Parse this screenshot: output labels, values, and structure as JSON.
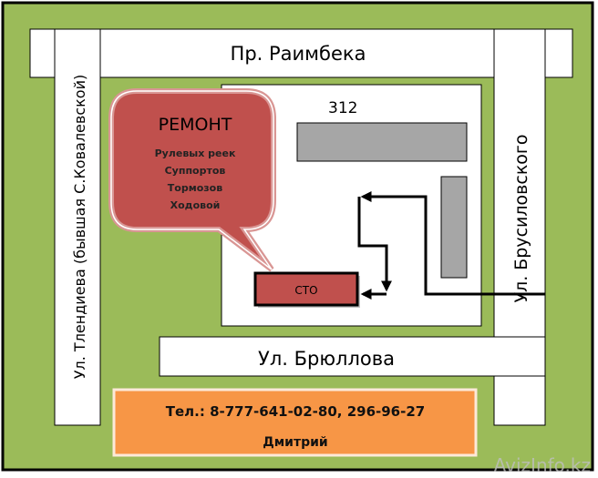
{
  "colors": {
    "background": "#9bbb59",
    "road": "#ffffff",
    "building": "#a6a6a6",
    "callout": "#c0504d",
    "contact_box": "#f79646"
  },
  "streets": {
    "top": "Пр. Раимбека",
    "left": "Ул. Тлендиева (бывшая С.Ковалевской)",
    "right": "Ул. Брусиловского",
    "bottom": "Ул. Брюллова"
  },
  "block_number": "312",
  "callout": {
    "title": "РЕМОНТ",
    "items": [
      "Рулевых реек",
      "Суппортов",
      "Тормозов",
      "Ходовой"
    ]
  },
  "sto_label": "СТО",
  "contact": {
    "phone": "Тел.: 8-777-641-02-80, 296-96-27",
    "name": "Дмитрий"
  },
  "watermark": "AvizInfo.kz"
}
